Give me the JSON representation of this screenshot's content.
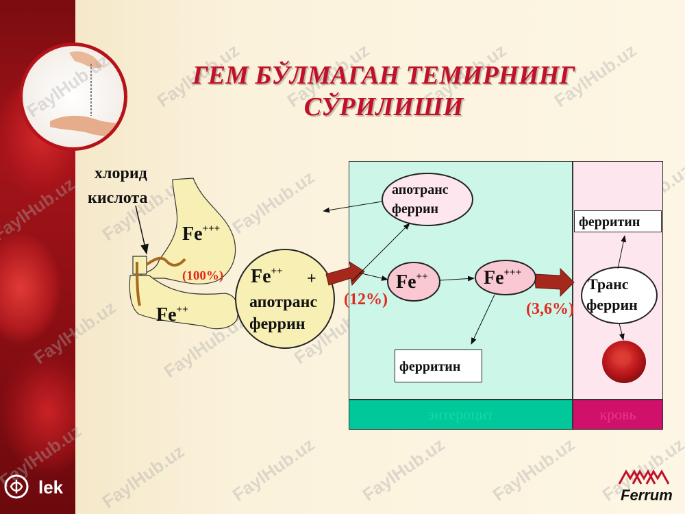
{
  "title": {
    "line1": "ГЕМ БЎЛМАГАН ТЕМИРНИНГ",
    "line2": "СЎРИЛИШИ"
  },
  "stomach": {
    "acid_line1": "хлорид",
    "acid_line2": "кислота",
    "fe3": "Fe",
    "fe3_sup": "+++",
    "fe2": "Fe",
    "fe2_sup": "++",
    "pct": "(100%)"
  },
  "lumen": {
    "fe": "Fe",
    "fe_sup": "++",
    "plus": "+",
    "line2": "апотранс",
    "line3": "феррин"
  },
  "pct_enter": "(12%)",
  "pct_blood": "(3,6%)",
  "enterocyte": {
    "label": "энтероцит",
    "apo_line1": "апотранс",
    "apo_line2": "феррин",
    "fe2": "Fe",
    "fe2_sup": "++",
    "fe3": "Fe",
    "fe3_sup": "+++",
    "ferritin": "ферритин"
  },
  "blood": {
    "label": "кровь",
    "ferritin": "ферритин",
    "trans_line1": "Транс",
    "trans_line2": "феррин"
  },
  "logo_left": "lek",
  "logo_right": "Ferrum",
  "watermark": "FaylHub.uz",
  "colors": {
    "title": "#c0102a",
    "enterocyte_bg": "#ccf6e8",
    "enterocyte_band": "#00c89a",
    "blood_bg": "#fde6ee",
    "blood_band": "#d0106a",
    "arrow": "#a5281c",
    "pct": "#e0281e"
  }
}
